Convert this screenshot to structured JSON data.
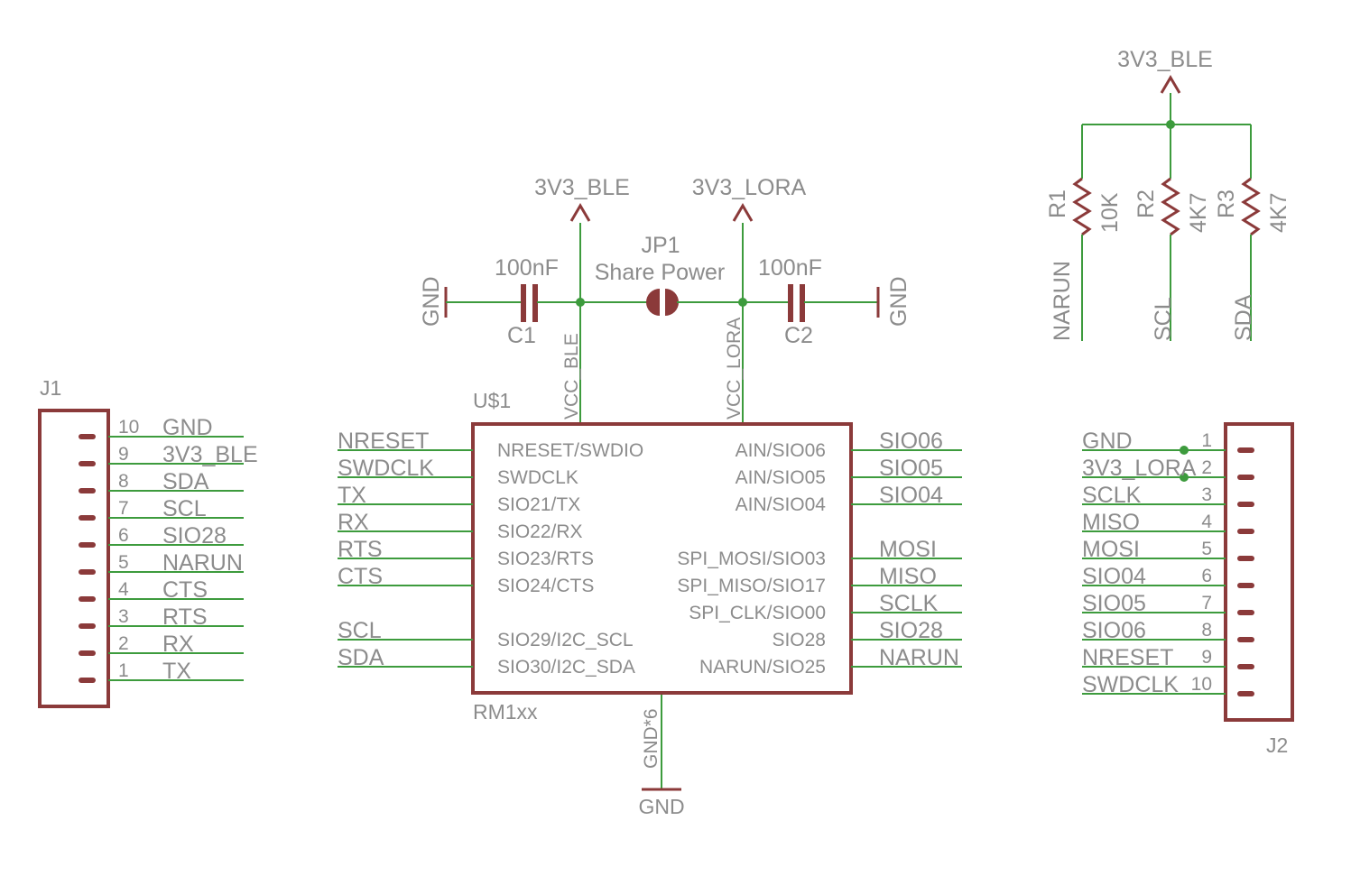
{
  "j1": {
    "ref": "J1",
    "pins": [
      {
        "num": "10",
        "net": "GND"
      },
      {
        "num": "9",
        "net": "3V3_BLE"
      },
      {
        "num": "8",
        "net": "SDA"
      },
      {
        "num": "7",
        "net": "SCL"
      },
      {
        "num": "6",
        "net": "SIO28"
      },
      {
        "num": "5",
        "net": "NARUN"
      },
      {
        "num": "4",
        "net": "CTS"
      },
      {
        "num": "3",
        "net": "RTS"
      },
      {
        "num": "2",
        "net": "RX"
      },
      {
        "num": "1",
        "net": "TX"
      }
    ]
  },
  "j2": {
    "ref": "J2",
    "pins": [
      {
        "num": "1",
        "net": "GND"
      },
      {
        "num": "2",
        "net": "3V3_LORA"
      },
      {
        "num": "3",
        "net": "SCLK"
      },
      {
        "num": "4",
        "net": "MISO"
      },
      {
        "num": "5",
        "net": "MOSI"
      },
      {
        "num": "6",
        "net": "SIO04"
      },
      {
        "num": "7",
        "net": "SIO05"
      },
      {
        "num": "8",
        "net": "SIO06"
      },
      {
        "num": "9",
        "net": "NRESET"
      },
      {
        "num": "10",
        "net": "SWDCLK"
      }
    ]
  },
  "u1": {
    "ref": "U$1",
    "value": "RM1xx",
    "left_pins": [
      {
        "net": "NRESET",
        "pin": "NRESET/SWDIO"
      },
      {
        "net": "SWDCLK",
        "pin": "SWDCLK"
      },
      {
        "net": "TX",
        "pin": "SIO21/TX"
      },
      {
        "net": "RX",
        "pin": "SIO22/RX"
      },
      {
        "net": "RTS",
        "pin": "SIO23/RTS"
      },
      {
        "net": "CTS",
        "pin": "SIO24/CTS"
      },
      {
        "net": "SCL",
        "pin": "SIO29/I2C_SCL"
      },
      {
        "net": "SDA",
        "pin": "SIO30/I2C_SDA"
      }
    ],
    "right_pins": [
      {
        "net": "SIO06",
        "pin": "AIN/SIO06"
      },
      {
        "net": "SIO05",
        "pin": "AIN/SIO05"
      },
      {
        "net": "SIO04",
        "pin": "AIN/SIO04"
      },
      {
        "net": "MOSI",
        "pin": "SPI_MOSI/SIO03"
      },
      {
        "net": "MISO",
        "pin": "SPI_MISO/SIO17"
      },
      {
        "net": "SCLK",
        "pin": "SPI_CLK/SIO00"
      },
      {
        "net": "SIO28",
        "pin": "SIO28"
      },
      {
        "net": "NARUN",
        "pin": "NARUN/SIO25"
      }
    ],
    "top_pins": [
      "VCC_BLE",
      "VCC_LORA"
    ],
    "bottom_pin": "GND*6",
    "bottom_net": "GND"
  },
  "power": {
    "supply_ble": "3V3_BLE",
    "supply_lora": "3V3_LORA",
    "c1": {
      "ref": "C1",
      "value": "100nF",
      "gnd": "GND"
    },
    "c2": {
      "ref": "C2",
      "value": "100nF",
      "gnd": "GND"
    },
    "jp1": {
      "ref": "JP1",
      "value": "Share Power"
    }
  },
  "pullups": {
    "supply": "3V3_BLE",
    "resistors": [
      {
        "ref": "R1",
        "value": "10K",
        "net": "NARUN"
      },
      {
        "ref": "R2",
        "value": "4K7",
        "net": "SCL"
      },
      {
        "ref": "R3",
        "value": "4K7",
        "net": "SDA"
      }
    ]
  }
}
